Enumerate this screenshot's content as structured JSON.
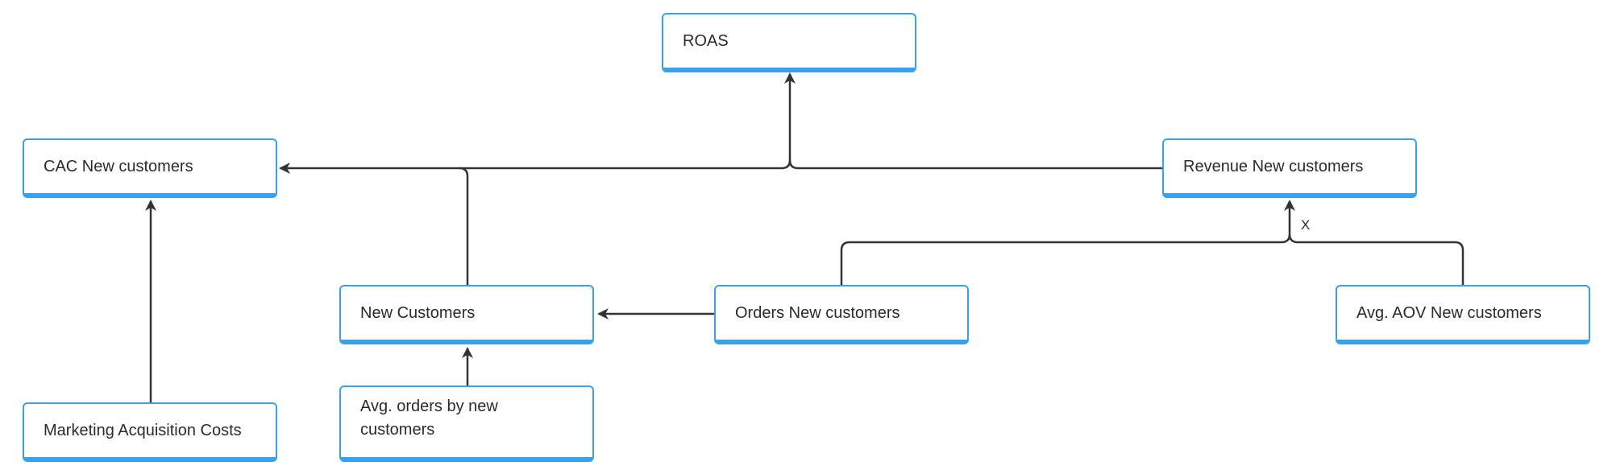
{
  "diagram": {
    "nodes": {
      "roas": {
        "label": "ROAS"
      },
      "cac_new_customers": {
        "label": "CAC New customers"
      },
      "revenue_new_customers": {
        "label": "Revenue New customers"
      },
      "new_customers": {
        "label": "New Customers"
      },
      "orders_new_customers": {
        "label": "Orders New customers"
      },
      "avg_aov_new_customers": {
        "label": "Avg. AOV New customers"
      },
      "marketing_acquisition_costs": {
        "label": "Marketing Acquisition Costs"
      },
      "avg_orders_by_new_customers": {
        "label": "Avg. orders by new customers"
      }
    },
    "edge_labels": {
      "multiply": "X"
    },
    "edges": [
      {
        "from": "cac_new_customers",
        "to": "roas"
      },
      {
        "from": "revenue_new_customers",
        "to": "roas"
      },
      {
        "from": "new_customers",
        "to": "cac_new_customers"
      },
      {
        "from": "marketing_acquisition_costs",
        "to": "cac_new_customers"
      },
      {
        "from": "avg_orders_by_new_customers",
        "to": "new_customers"
      },
      {
        "from": "orders_new_customers",
        "to": "new_customers"
      },
      {
        "from": "orders_new_customers",
        "to": "revenue_new_customers"
      },
      {
        "from": "avg_aov_new_customers",
        "to": "revenue_new_customers"
      }
    ],
    "colors": {
      "node_border": "#3aa0e8",
      "connector": "#333333",
      "text": "#2b2b2b"
    }
  }
}
